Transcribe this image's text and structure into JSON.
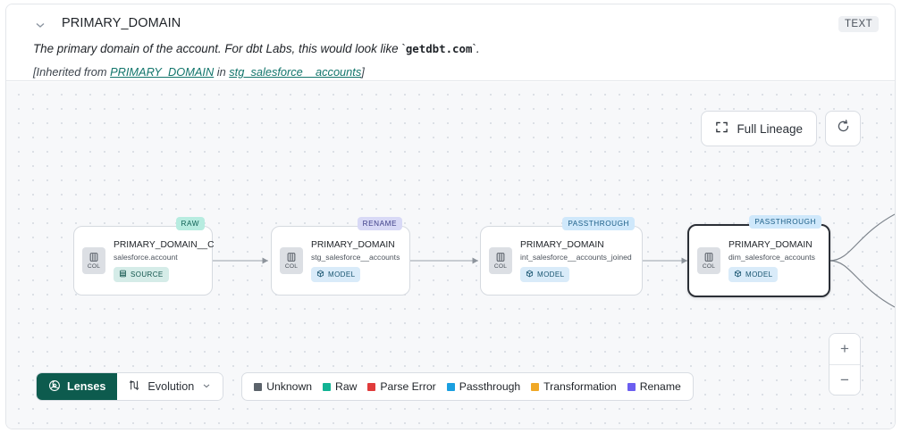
{
  "header": {
    "collapse_icon": "chevron-down-icon",
    "column_title": "PRIMARY_DOMAIN",
    "type_badge": "TEXT",
    "description_before": "The primary domain of the account. For dbt Labs, this would look like ",
    "description_code": "getdbt.com",
    "description_after": ".",
    "inherited_prefix": "[Inherited from ",
    "inherited_link_column": "PRIMARY_DOMAIN",
    "inherited_middle": " in ",
    "inherited_link_model": "stg_salesforce__accounts",
    "inherited_suffix": "]"
  },
  "canvas": {
    "full_lineage_label": "Full Lineage",
    "full_lineage_icon": "expand-icon",
    "refresh_icon": "refresh-icon",
    "zoom_in_label": "+",
    "zoom_out_label": "−"
  },
  "nodes": [
    {
      "badge": "RAW",
      "badge_style": "raw",
      "chip_label": "COL",
      "chip_icon": "column-icon",
      "name": "PRIMARY_DOMAIN__C",
      "subtitle": "salesforce.account",
      "kind": "SOURCE",
      "kind_style": "source",
      "kind_icon": "database-icon",
      "selected": false
    },
    {
      "badge": "RENAME",
      "badge_style": "rename",
      "chip_label": "COL",
      "chip_icon": "column-icon",
      "name": "PRIMARY_DOMAIN",
      "subtitle": "stg_salesforce__accounts",
      "kind": "MODEL",
      "kind_style": "model",
      "kind_icon": "cube-icon",
      "selected": false
    },
    {
      "badge": "PASSTHROUGH",
      "badge_style": "passthrough",
      "chip_label": "COL",
      "chip_icon": "column-icon",
      "name": "PRIMARY_DOMAIN",
      "subtitle": "int_salesforce__accounts_joined",
      "kind": "MODEL",
      "kind_style": "model",
      "kind_icon": "cube-icon",
      "selected": false
    },
    {
      "badge": "PASSTHROUGH",
      "badge_style": "passthrough",
      "chip_label": "COL",
      "chip_icon": "column-icon",
      "name": "PRIMARY_DOMAIN",
      "subtitle": "dim_salesforce_accounts",
      "kind": "MODEL",
      "kind_style": "model",
      "kind_icon": "cube-icon",
      "selected": true
    }
  ],
  "toolbar": {
    "lenses_label": "Lenses",
    "lenses_icon": "lens-icon",
    "evolution_label": "Evolution",
    "evolution_icon": "evolution-icon",
    "evolution_chevron": "chevron-down-icon"
  },
  "legend": [
    {
      "label": "Unknown",
      "color": "#5c636b"
    },
    {
      "label": "Raw",
      "color": "#12b394"
    },
    {
      "label": "Parse Error",
      "color": "#e03b3b"
    },
    {
      "label": "Passthrough",
      "color": "#1a9fe0"
    },
    {
      "label": "Transformation",
      "color": "#f0a826"
    },
    {
      "label": "Rename",
      "color": "#6b5ef0"
    }
  ],
  "colors": {
    "brand_green": "#0d5b4e",
    "link_teal": "#12756b",
    "canvas_bg": "#f7f8fa",
    "selected_border": "#2b2f36"
  }
}
